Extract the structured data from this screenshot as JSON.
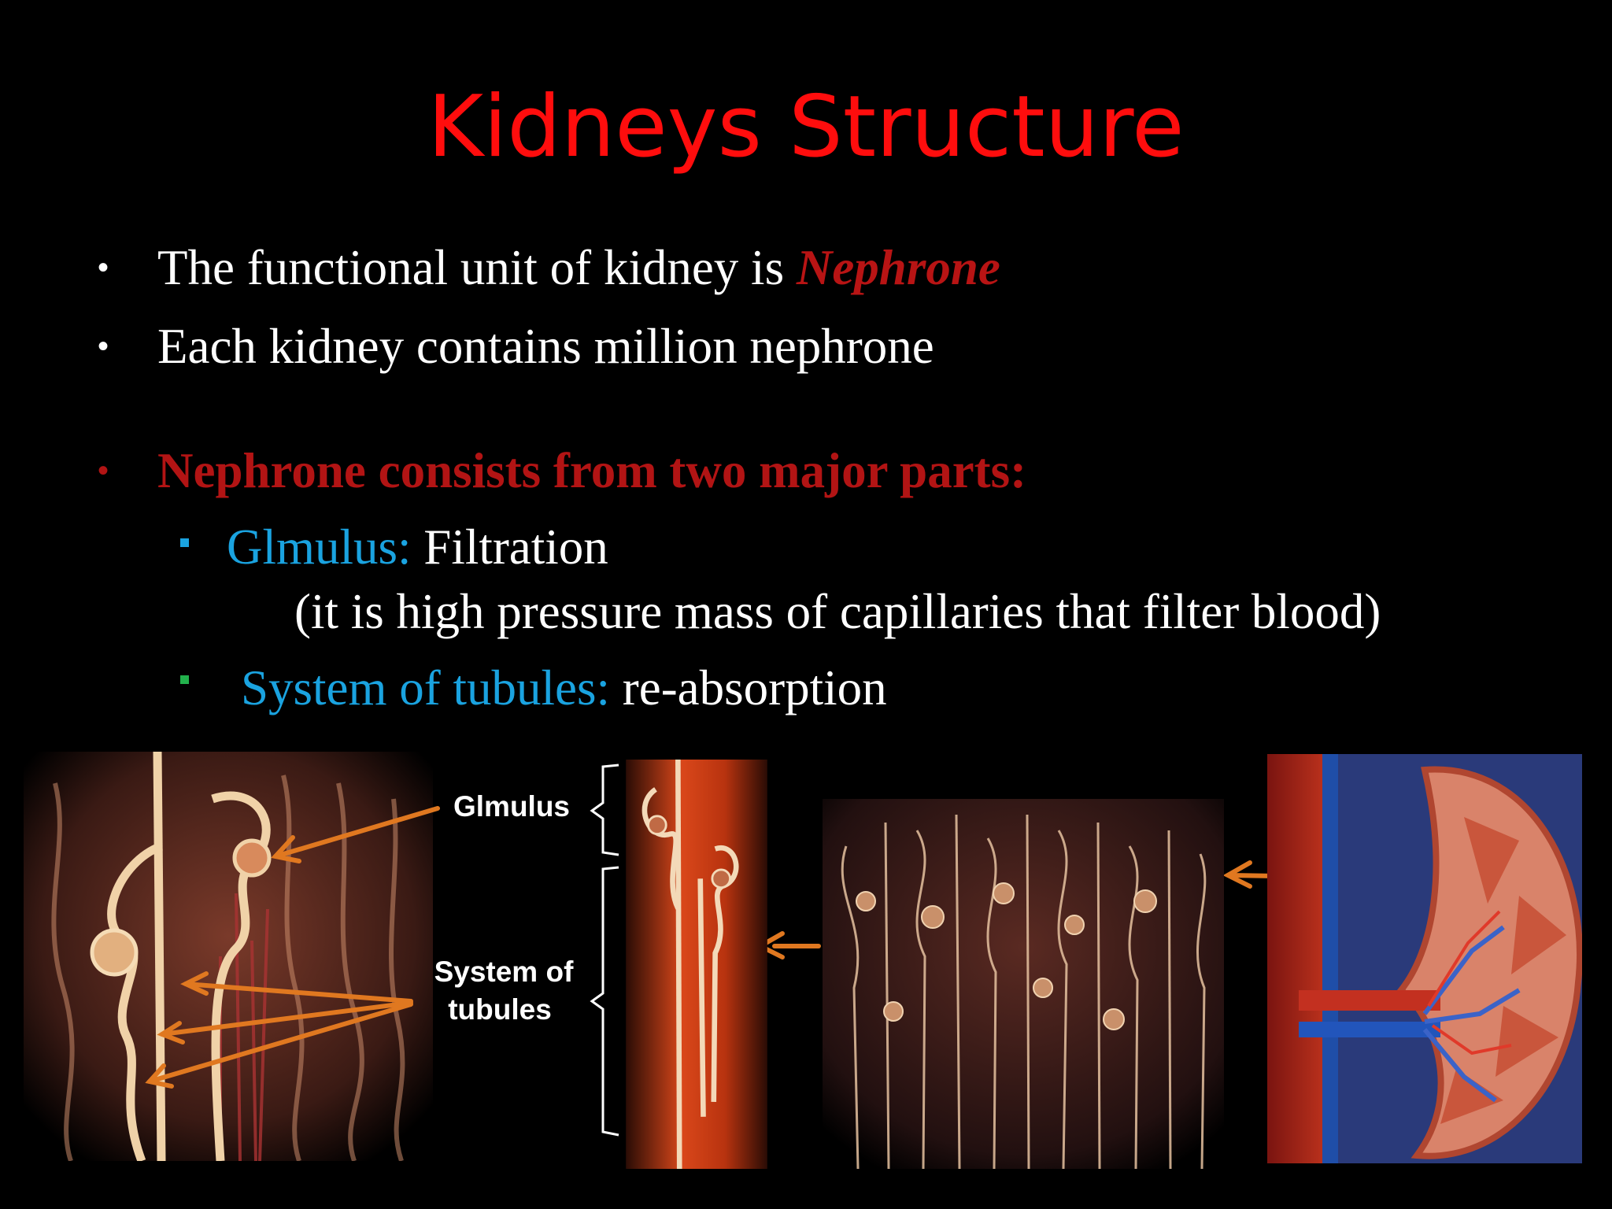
{
  "slide": {
    "title": "Kidneys Structure",
    "bullets": [
      {
        "text": "The functional unit of kidney is ",
        "emphasis": "Nephrone"
      },
      {
        "text": "Each kidney contains million nephrone"
      },
      {
        "text": "Nephrone consists from two major parts:"
      }
    ],
    "subbullets": [
      {
        "term": "Glmulus:",
        "desc": " Filtration",
        "note": "(it is high pressure mass of capillaries that filter blood)"
      },
      {
        "term": "System of tubules:",
        "desc": " re-absorption"
      }
    ],
    "figure_labels": {
      "glomulus": "Glmulus",
      "tubules_line1": "System of",
      "tubules_line2": "tubules"
    },
    "colors": {
      "title": "#ff0d0d",
      "emphasis": "#b81414",
      "term": "#1aa3e0",
      "arrow": "#e07820",
      "sub_square_1": "#1aa3e0",
      "sub_square_2": "#22b14c"
    }
  }
}
